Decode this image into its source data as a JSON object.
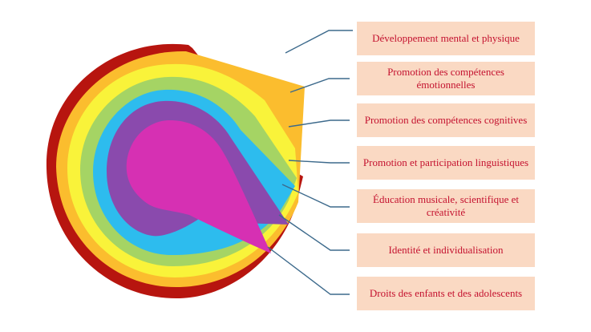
{
  "labels": [
    "Développement mental et physique",
    "Promotion des compétences émotionnelles",
    "Promotion des compétences cognitives",
    "Promotion et participation linguistiques",
    "Éducation musicale, scientifique et créativité",
    "Identité et individualisation",
    "Droits des enfants et des adolescents"
  ],
  "colors": {
    "ring_outer": "#b7150f",
    "ring_orange": "#fbbd2e",
    "ring_yellow": "#f9f33a",
    "ring_green": "#a5d464",
    "ring_blue": "#2dbcee",
    "ring_purple": "#8a4aad",
    "core_magenta": "#d630b3",
    "label_bg": "#fad9c3",
    "label_text": "#c4122f",
    "connector": "#3d6a8c"
  }
}
